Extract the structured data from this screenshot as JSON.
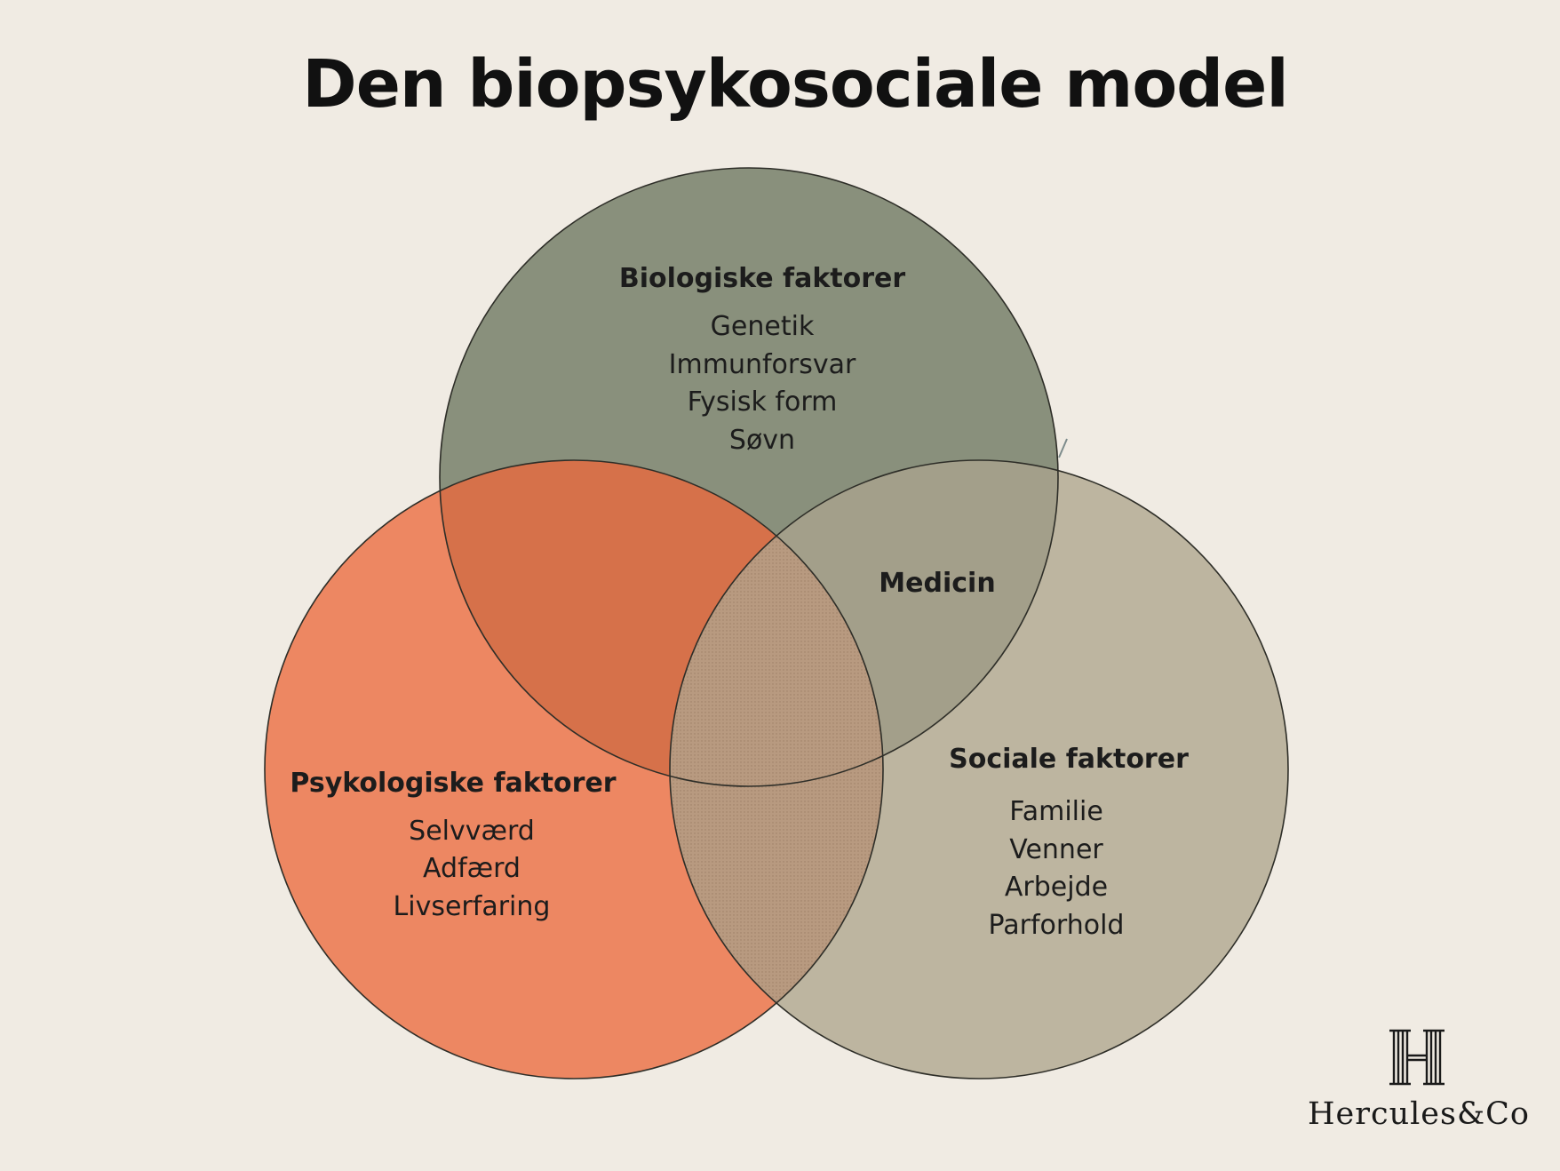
{
  "title": "Den biopsykosociale model",
  "colors": {
    "background": "#f0ebe3",
    "biological": "#89907c",
    "psychological": "#ed8762",
    "social": "#bdb5a0",
    "bio_psych_overlap": "#d6714a",
    "bio_social_overlap": "#a39f8a",
    "center_overlap": "#b89a80"
  },
  "circles": {
    "biological": {
      "heading": "Biologiske faktorer",
      "items": [
        "Genetik",
        "Immunforsvar",
        "Fysisk form",
        "Søvn"
      ]
    },
    "psychological": {
      "heading": "Psykologiske faktorer",
      "items": [
        "Selvværd",
        "Adfærd",
        "Livserfaring"
      ]
    },
    "social": {
      "heading": "Sociale faktorer",
      "items": [
        "Familie",
        "Venner",
        "Arbejde",
        "Parforhold"
      ]
    }
  },
  "overlaps": {
    "biological_social": "Medicin"
  },
  "logo": {
    "icon": "hercules-h-logo-icon",
    "text": "Hercules&Co"
  }
}
